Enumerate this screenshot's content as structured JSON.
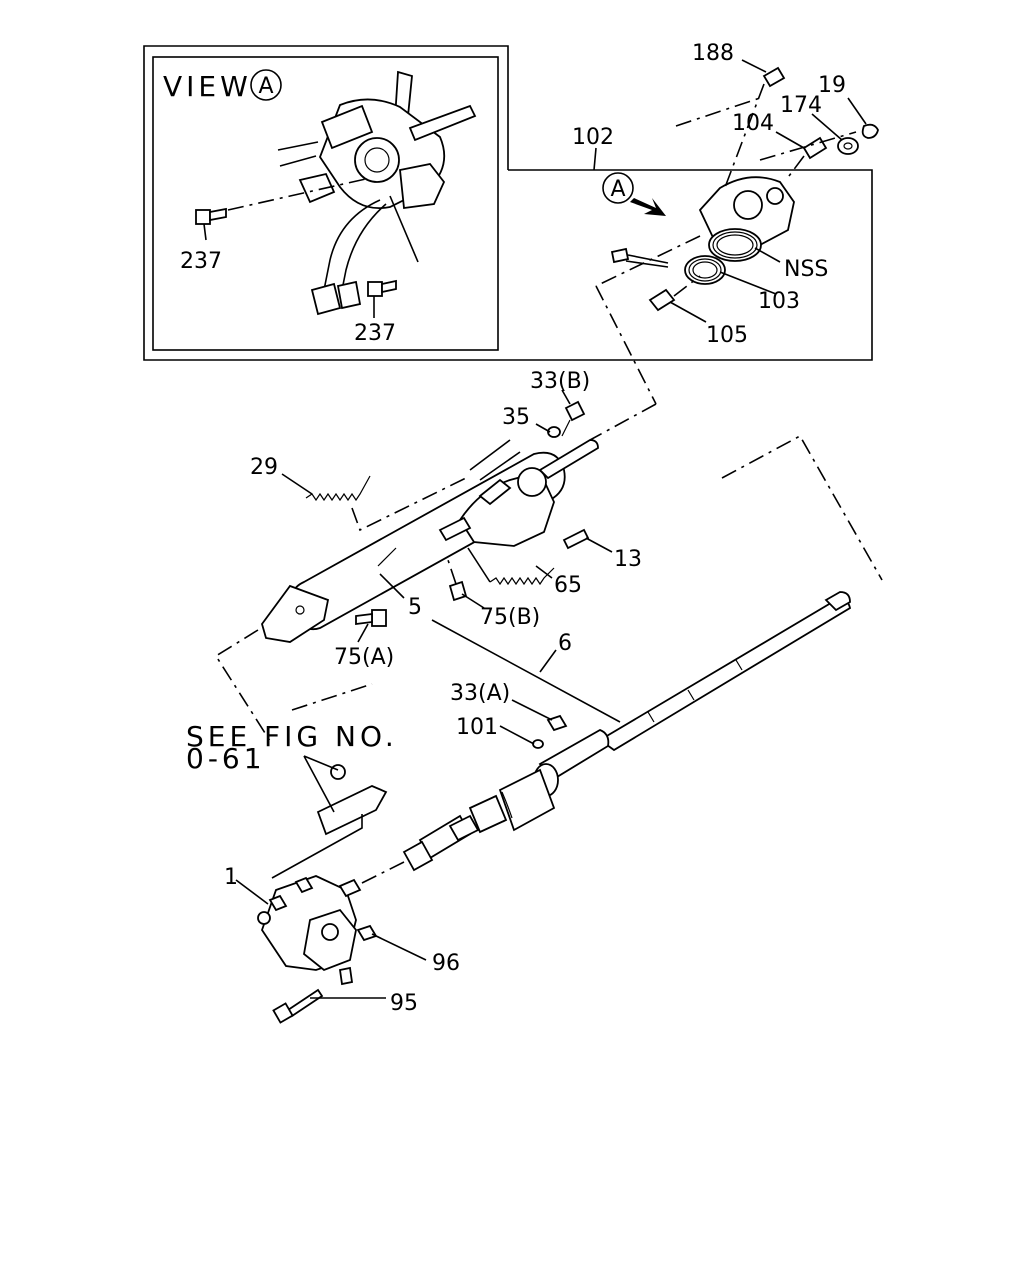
{
  "diagram": {
    "view_title": "VIEW",
    "view_marker": "A",
    "callout_marker": "A",
    "note_line1": "SEE FIG NO.",
    "note_line2": "0-61",
    "labels": {
      "p188": "188",
      "p19": "19",
      "p174": "174",
      "p104": "104",
      "p102": "102",
      "pNSS": "NSS",
      "p103": "103",
      "p105": "105",
      "p237a": "237",
      "p237b": "237",
      "p33b": "33(B)",
      "p35": "35",
      "p29": "29",
      "p13": "13",
      "p65": "65",
      "p5": "5",
      "p75b": "75(B)",
      "p75a": "75(A)",
      "p6": "6",
      "p33a": "33(A)",
      "p101": "101",
      "p1": "1",
      "p96": "96",
      "p95": "95"
    }
  }
}
